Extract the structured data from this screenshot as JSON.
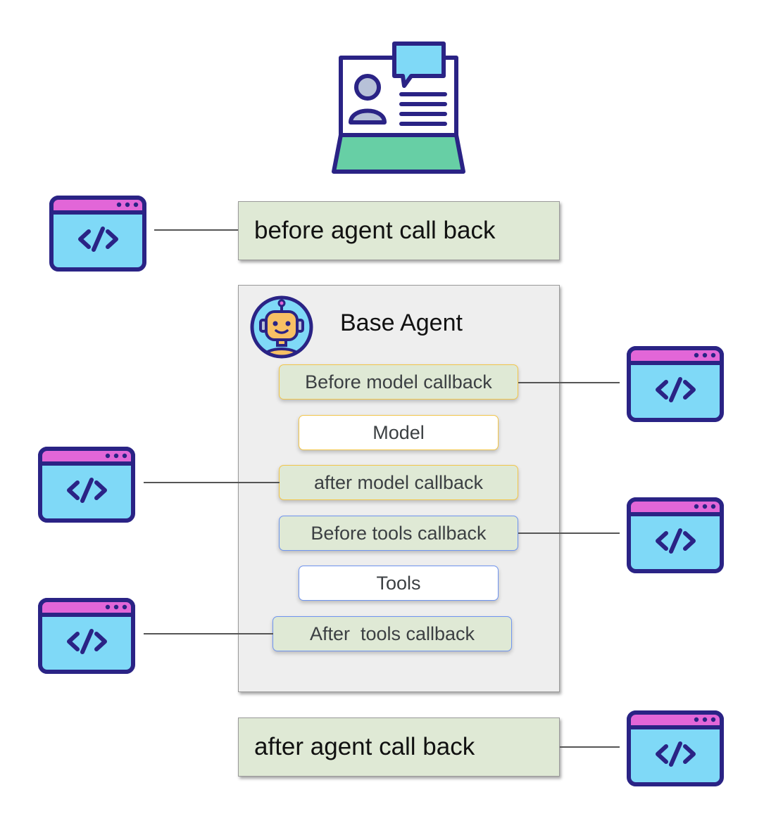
{
  "before_agent_callback": {
    "label": "before agent call back"
  },
  "after_agent_callback": {
    "label": "after agent call back"
  },
  "base_agent": {
    "title": "Base Agent",
    "steps": [
      {
        "label": "Before model callback"
      },
      {
        "label": "Model"
      },
      {
        "label": "after model callback"
      },
      {
        "label": "Before tools callback"
      },
      {
        "label": "Tools"
      },
      {
        "label": "After  tools callback"
      }
    ]
  },
  "icons": {
    "header": "laptop-user-chat-icon",
    "agent": "robot-avatar-icon",
    "code": "code-window-icon"
  },
  "colors": {
    "callback_box": "#dfe9d5",
    "agent_panel": "#eeeeee",
    "model_border": "#f2c64b",
    "tools_border": "#6f94f0",
    "code_window_body": "#7fd9f7",
    "code_window_bar": "#e266d8",
    "outline": "#2a2385"
  }
}
